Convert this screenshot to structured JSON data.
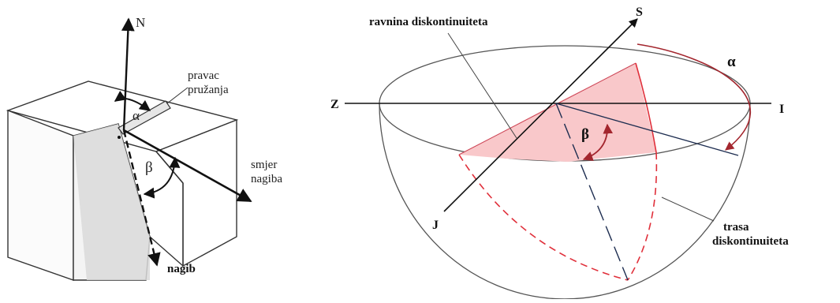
{
  "left_diagram": {
    "north": "N",
    "strike": "pravac\npružanja",
    "alpha": "α",
    "beta": "β",
    "dip_direction": "smjer\nnagiba",
    "dip": "nagib"
  },
  "right_diagram": {
    "plane_label": "ravnina diskontinuiteta",
    "north": "S",
    "south": "J",
    "west": "Z",
    "east": "I",
    "alpha": "α",
    "beta": "β",
    "trace_label": "trasa\ndiskontinuiteta"
  },
  "colors": {
    "plane_fill": "#f9c8ca",
    "accent_red": "#a3262e",
    "dashed_red": "#e02f3a",
    "navy": "#1d2d50",
    "ink": "#111111"
  }
}
